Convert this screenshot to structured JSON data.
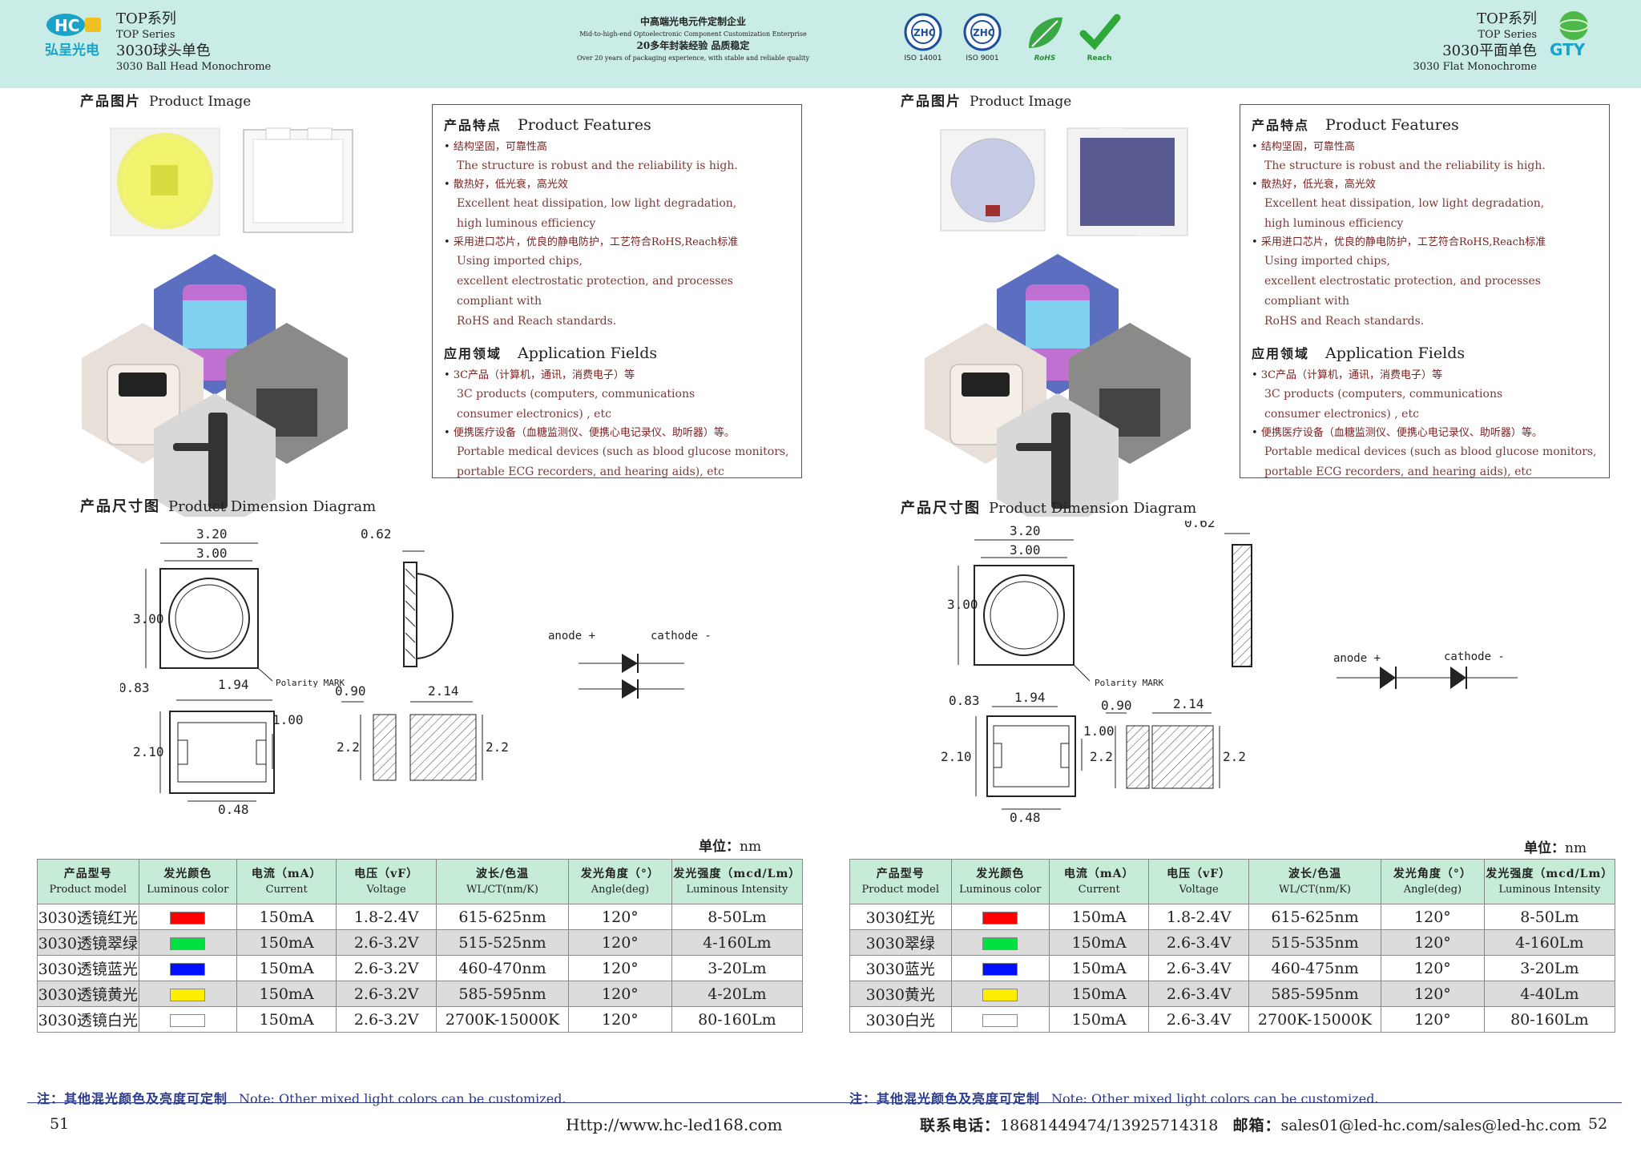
{
  "header": {
    "left_brand_mark": "HC",
    "left_brand_cn": "弘呈光电",
    "left_series_cn": "TOP系列",
    "left_series_en": "TOP  Series",
    "left_product_cn": "3030球头单色",
    "left_product_en": "3030 Ball Head Monochrome",
    "center_cn": "中高端光电元件定制企业",
    "center_en": "Mid-to-high-end Optoelectronic Component Customization Enterprise",
    "center_cn2": "20多年封装经验 品质稳定",
    "center_en2": "Over 20 years of packaging experience, with stable and reliable quality",
    "certs": [
      "ISO 14001",
      "ISO 9001",
      "RoHS",
      "Reach"
    ],
    "right_series_cn": "TOP系列",
    "right_series_en": "TOP  Series",
    "right_product_cn": "3030平面单色",
    "right_product_en": "3030 Flat Monochrome",
    "right_brand": "GTY"
  },
  "left": {
    "image_title_cn": "产品图片",
    "image_title_en": "Product Image",
    "features_cn": "产品特点",
    "features_en": "Product Features",
    "feat1_cn": "结构坚固，可靠性高",
    "feat1_en": "The structure is robust and the reliability is high.",
    "feat2_cn": "散热好，低光衰，高光效",
    "feat2_en1": "Excellent heat dissipation, low light degradation,",
    "feat2_en2": "high luminous efficiency",
    "feat3_cn": "采用进口芯片，优良的静电防护，工艺符合RoHS,Reach标准",
    "feat3_en1": "Using imported chips,",
    "feat3_en2": "excellent electrostatic protection, and processes compliant with",
    "feat3_en3": "RoHS and Reach standards.",
    "app_cn": "应用领域",
    "app_en": "Application Fields",
    "app1_cn": "3C产品（计算机，通讯，消费电子）等",
    "app1_en1": "3C products (computers, communications",
    "app1_en2": "consumer electronics) , etc",
    "app2_cn": "便携医疗设备（血糖监测仪、便携心电记录仪、助听器）等。",
    "app2_en1": "Portable medical devices (such as blood glucose monitors,",
    "app2_en2": "portable ECG recorders, and hearing aids), etc",
    "dim_title_cn": "产品尺寸图",
    "dim_title_en": "Product Dimension Diagram",
    "unit_cn": "单位：",
    "unit_en": "nm",
    "rows": [
      {
        "model": "3030透镜红光",
        "color": "#ff0000",
        "current": "150mA",
        "voltage": "1.8-2.4V",
        "wl": "615-625nm",
        "angle": "120°",
        "intensity": "8-50Lm"
      },
      {
        "model": "3030透镜翠绿",
        "color": "#00e040",
        "current": "150mA",
        "voltage": "2.6-3.2V",
        "wl": "515-525nm",
        "angle": "120°",
        "intensity": "4-160Lm"
      },
      {
        "model": "3030透镜蓝光",
        "color": "#0010ff",
        "current": "150mA",
        "voltage": "2.6-3.2V",
        "wl": "460-470nm",
        "angle": "120°",
        "intensity": "3-20Lm"
      },
      {
        "model": "3030透镜黄光",
        "color": "#ffee00",
        "current": "150mA",
        "voltage": "2.6-3.2V",
        "wl": "585-595nm",
        "angle": "120°",
        "intensity": "4-20Lm"
      },
      {
        "model": "3030透镜白光",
        "color": "#ffffff",
        "current": "150mA",
        "voltage": "2.6-3.2V",
        "wl": "2700K-15000K",
        "angle": "120°",
        "intensity": "80-160Lm"
      }
    ],
    "note_cn": "注：其他混光颜色及亮度可定制",
    "note_en": "Note: Other mixed light colors can be customized.",
    "page": "51"
  },
  "right": {
    "image_title_cn": "产品图片",
    "image_title_en": "Product Image",
    "features_cn": "产品特点",
    "features_en": "Product Features",
    "feat1_cn": "结构坚固，可靠性高",
    "feat1_en": "The structure is robust and the reliability is high.",
    "feat2_cn": "散热好，低光衰，高光效",
    "feat2_en1": "Excellent heat dissipation, low light degradation,",
    "feat2_en2": "high luminous efficiency",
    "feat3_cn": "采用进口芯片，优良的静电防护，工艺符合RoHS,Reach标准",
    "feat3_en1": "Using imported chips,",
    "feat3_en2": "excellent electrostatic protection, and processes compliant with",
    "feat3_en3": "RoHS and Reach standards.",
    "app_cn": "应用领域",
    "app_en": "Application Fields",
    "app1_cn": "3C产品（计算机，通讯，消费电子）等",
    "app1_en1": "3C products (computers, communications",
    "app1_en2": "consumer electronics) , etc",
    "app2_cn": "便携医疗设备（血糖监测仪、便携心电记录仪、助听器）等。",
    "app2_en1": "Portable medical devices (such as blood glucose monitors,",
    "app2_en2": "portable ECG recorders, and hearing aids), etc",
    "dim_title_cn": "产品尺寸图",
    "dim_title_en": "Product Dimension Diagram",
    "unit_cn": "单位：",
    "unit_en": "nm",
    "rows": [
      {
        "model": "3030红光",
        "color": "#ff0000",
        "current": "150mA",
        "voltage": "1.8-2.4V",
        "wl": "615-625nm",
        "angle": "120°",
        "intensity": "8-50Lm"
      },
      {
        "model": "3030翠绿",
        "color": "#00e040",
        "current": "150mA",
        "voltage": "2.6-3.4V",
        "wl": "515-535nm",
        "angle": "120°",
        "intensity": "4-160Lm"
      },
      {
        "model": "3030蓝光",
        "color": "#0010ff",
        "current": "150mA",
        "voltage": "2.6-3.4V",
        "wl": "460-475nm",
        "angle": "120°",
        "intensity": "3-20Lm"
      },
      {
        "model": "3030黄光",
        "color": "#ffee00",
        "current": "150mA",
        "voltage": "2.6-3.4V",
        "wl": "585-595nm",
        "angle": "120°",
        "intensity": "4-40Lm"
      },
      {
        "model": "3030白光",
        "color": "#ffffff",
        "current": "150mA",
        "voltage": "2.6-3.4V",
        "wl": "2700K-15000K",
        "angle": "120°",
        "intensity": "80-160Lm"
      }
    ],
    "note_cn": "注：其他混光颜色及亮度可定制",
    "note_en": "Note: Other mixed light colors can be customized.",
    "page": "52"
  },
  "table_headers": [
    {
      "cn": "产品型号",
      "en": "Product model"
    },
    {
      "cn": "发光颜色",
      "en": "Luminous color"
    },
    {
      "cn": "电流（mA）",
      "en": "Current"
    },
    {
      "cn": "电压（vF）",
      "en": "Voltage"
    },
    {
      "cn": "波长/色温",
      "en": "WL/CT(nm/K)"
    },
    {
      "cn": "发光角度（°）",
      "en": "Angle(deg)"
    },
    {
      "cn": "发光强度（mcd/Lm）",
      "en": "Luminous Intensity"
    }
  ],
  "dimension_labels": {
    "w_outer": "3.20",
    "w_inner": "3.00",
    "height": "3.00",
    "thick": "0.62",
    "polarity": "Polarity MARK",
    "anode": "anode +",
    "cathode": "cathode -",
    "pad_gap": "0.83",
    "pad_span": "1.94",
    "pad_h": "1.00",
    "pad_side": "2.10",
    "pad_w": "0.48",
    "fp_w1": "0.90",
    "fp_w2": "2.14",
    "fp_h": "2.2"
  },
  "footer": {
    "url": "Http://www.hc-led168.com",
    "contact_cn": "联系电话：",
    "phone": "18681449474/13925714318",
    "email_cn": "邮箱：",
    "email": "sales01@led-hc.com/sales@led-hc.com"
  }
}
